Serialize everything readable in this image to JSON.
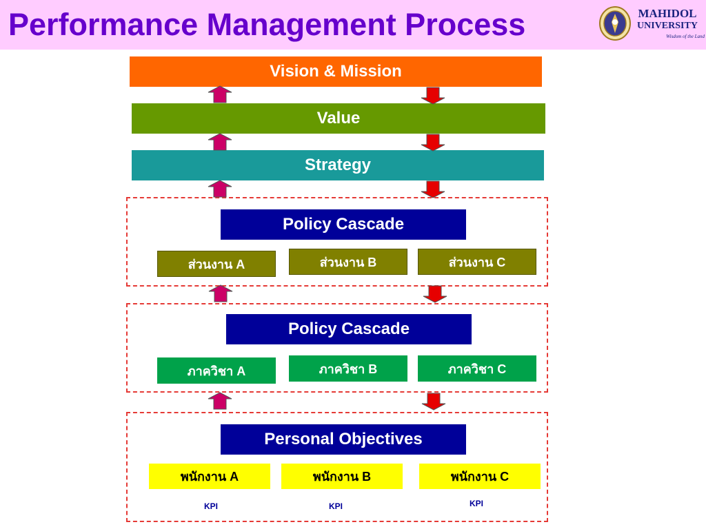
{
  "title": "Performance Management Process",
  "logo": {
    "name": "MAHIDOL",
    "university": "UNIVERSITY",
    "tagline": "Wisdom of the Land"
  },
  "levels": {
    "vision": "Vision & Mission",
    "value": "Value",
    "strategy": "Strategy"
  },
  "division_group": {
    "header": "Policy  Cascade",
    "units": [
      "ส่วนงาน A",
      "ส่วนงาน B",
      "ส่วนงาน C"
    ]
  },
  "department_group": {
    "header": "Policy  Cascade",
    "units": [
      "ภาควิชา A",
      "ภาควิชา B",
      "ภาควิชา C"
    ]
  },
  "personal_group": {
    "header": "Personal Objectives",
    "units": [
      "พนักงาน A",
      "พนักงาน B",
      "พนักงาน C"
    ],
    "kpis": [
      "KPI",
      "KPI",
      "KPI"
    ]
  },
  "colors": {
    "title": "#6600cc",
    "title_bar": "#ffccff",
    "vision": "#ff6600",
    "value": "#669900",
    "strategy": "#199a9a",
    "policy": "#000099",
    "division_unit": "#808000",
    "department_unit": "#00a24a",
    "employee": "#ffff00",
    "up_arrow": "#cc0066",
    "down_arrow": "#e60000",
    "group_border": "#e53935"
  }
}
